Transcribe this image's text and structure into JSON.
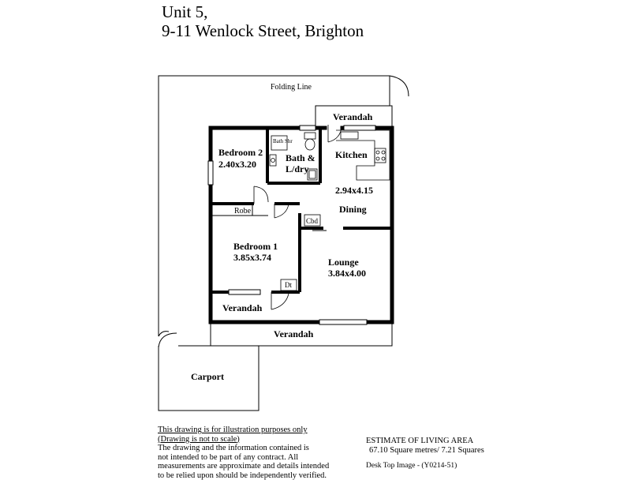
{
  "title": {
    "line1": "Unit 5,",
    "line2": "9-11 Wenlock Street, Brighton"
  },
  "rooms": {
    "folding_line": "Folding Line",
    "verandah_top": "Verandah",
    "kitchen": "Kitchen",
    "bedroom2_name": "Bedroom 2",
    "bedroom2_size": "2.40x3.20",
    "bath_shr": "Bath Shr",
    "bath_line1": "Bath &",
    "bath_line2": "L/dry",
    "dining_size": "2.94x4.15",
    "dining": "Dining",
    "robe": "Robe",
    "cbd": "Cbd",
    "bedroom1_name": "Bedroom 1",
    "bedroom1_size": "3.85x3.74",
    "lounge_name": "Lounge",
    "lounge_size": "3.84x4.00",
    "dt": "Dt",
    "verandah_left": "Verandah",
    "verandah_bottom": "Verandah",
    "carport": "Carport"
  },
  "disclaimer": {
    "line1": "This drawing is for illustration purposes only",
    "line2": "(Drawing is not to scale)",
    "line3": "The drawing and the information contained is",
    "line4": "not intended to be part of any contract.  All",
    "line5": "measurements are approximate and details intended",
    "line6": "to be relied upon should be independently verified."
  },
  "estimate": {
    "heading": "ESTIMATE OF LIVING AREA",
    "value": "67.10 Square metres/  7.21 Squares"
  },
  "desktop_image": "Desk Top Image - (Y0214-51)"
}
